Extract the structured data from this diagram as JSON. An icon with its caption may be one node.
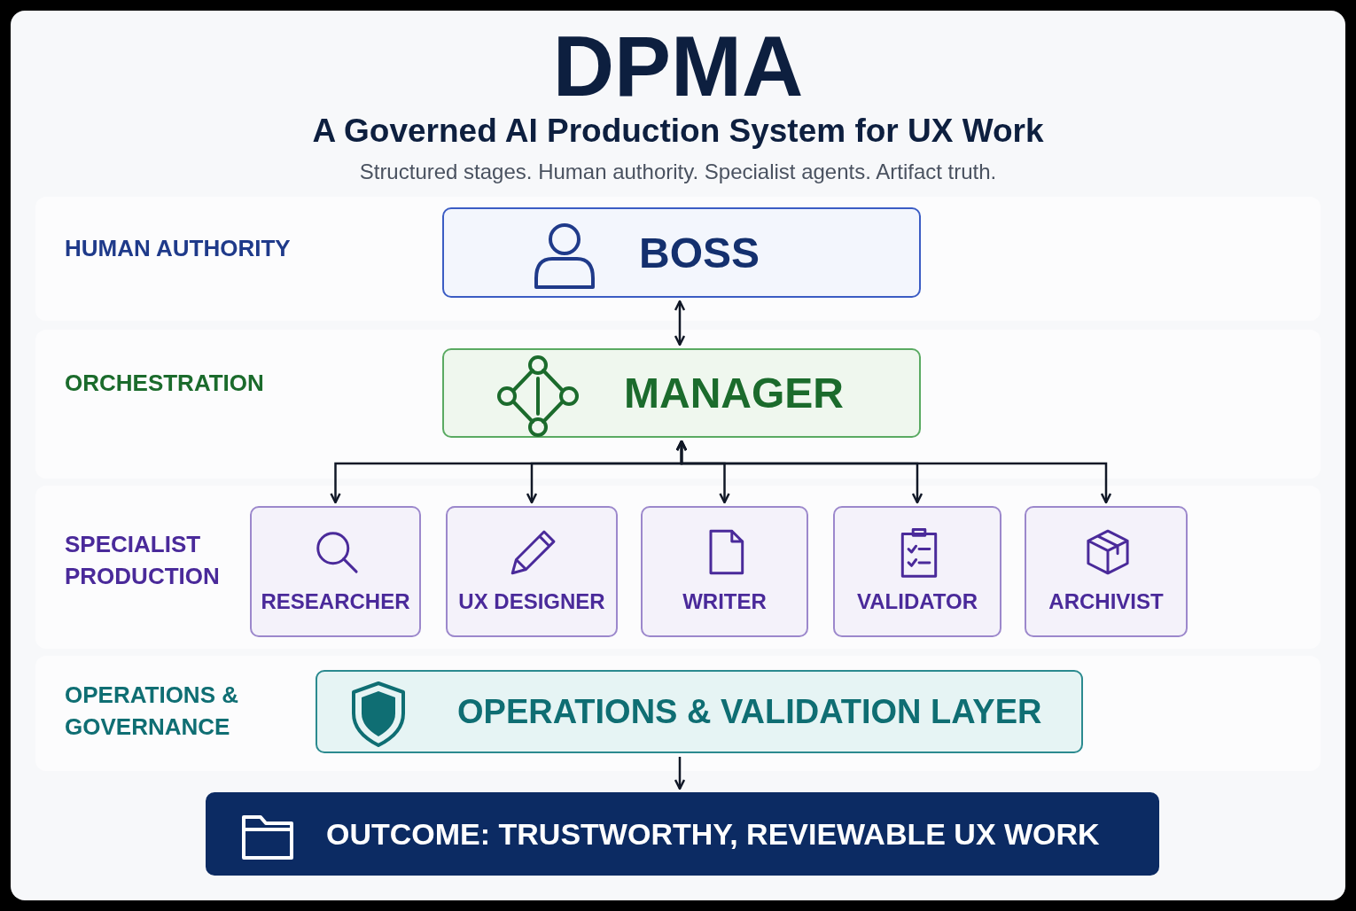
{
  "diagram": {
    "title": "DPMA",
    "caption": "A Governed AI Production System for UX Work",
    "labels": [
      "Structured stages. Human authority. Specialist agents. Artifact truth."
    ],
    "nodes": [
      {
        "text": [
          "HUMAN AUTHORITY"
        ]
      },
      {
        "text": [
          "BOSS"
        ],
        "in": 0
      },
      {
        "text": [
          "ORCHESTRATION"
        ]
      },
      {
        "text": [
          "MANAGER"
        ],
        "in": 2
      },
      {
        "text": [
          "SPECIALIST PRODUCTION"
        ]
      },
      {
        "text": [
          "RESEARCHER"
        ],
        "in": 4
      },
      {
        "text": [
          "UX DESIGNER"
        ],
        "in": 4
      },
      {
        "text": [
          "WRITER"
        ],
        "in": 4
      },
      {
        "text": [
          "VALIDATOR"
        ],
        "in": 4
      },
      {
        "text": [
          "ARCHIVIST"
        ],
        "in": 4
      },
      {
        "text": [
          "OPERATIONS & GOVERNANCE"
        ]
      },
      {
        "text": [
          "OPERATIONS & VALIDATION LAYER"
        ],
        "in": 10
      },
      {
        "text": [
          "OUTCOME: TRUSTWORTHY, REVIEWABLE UX WORK"
        ]
      }
    ],
    "edges": [
      {
        "from": 1,
        "to": 3,
        "arrow": "both"
      },
      {
        "from": 3,
        "to": 5,
        "arrow": "both"
      },
      {
        "from": 3,
        "to": 6,
        "arrow": "both"
      },
      {
        "from": 3,
        "to": 7,
        "arrow": "both"
      },
      {
        "from": 3,
        "to": 8,
        "arrow": "both"
      },
      {
        "from": 3,
        "to": 9,
        "arrow": "both"
      },
      {
        "from": 11,
        "to": 12,
        "arrow": "to"
      }
    ]
  }
}
